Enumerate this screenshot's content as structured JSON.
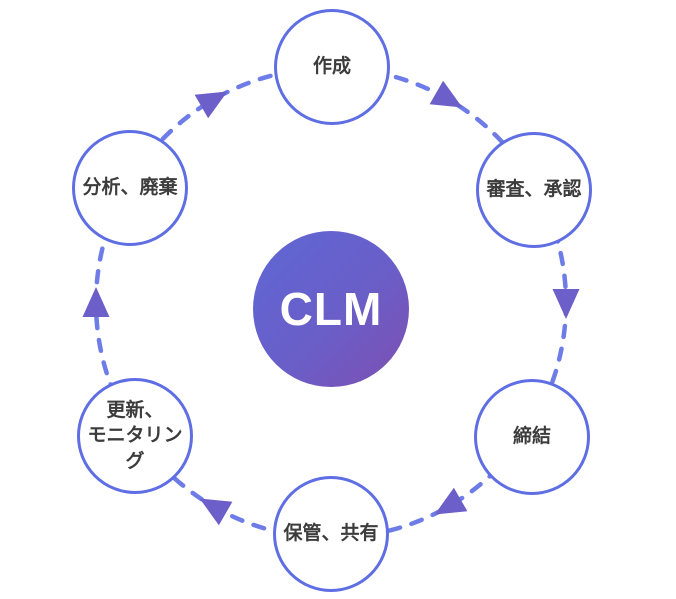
{
  "diagram": {
    "type": "cycle",
    "flow_direction": "clockwise",
    "center": {
      "label": "CLM"
    },
    "nodes": [
      {
        "id": "create",
        "label": "作成"
      },
      {
        "id": "review-approval",
        "label": "審査、承認"
      },
      {
        "id": "conclusion",
        "label": "締結"
      },
      {
        "id": "storage-sharing",
        "label": "保管、共有"
      },
      {
        "id": "update-monitoring",
        "label": "更新、\nモニタリング"
      },
      {
        "id": "analysis-disposal",
        "label": "分析、廃棄"
      }
    ],
    "colors": {
      "node_border": "#5f6fe3",
      "dash_stroke": "#6e7ce8",
      "arrowhead_fill": "#6c5fc9",
      "center_gradient_start": "#5e67d5",
      "center_gradient_end": "#7e4fb0",
      "label_text": "#3c3c3c",
      "center_label_text": "#ffffff"
    }
  }
}
